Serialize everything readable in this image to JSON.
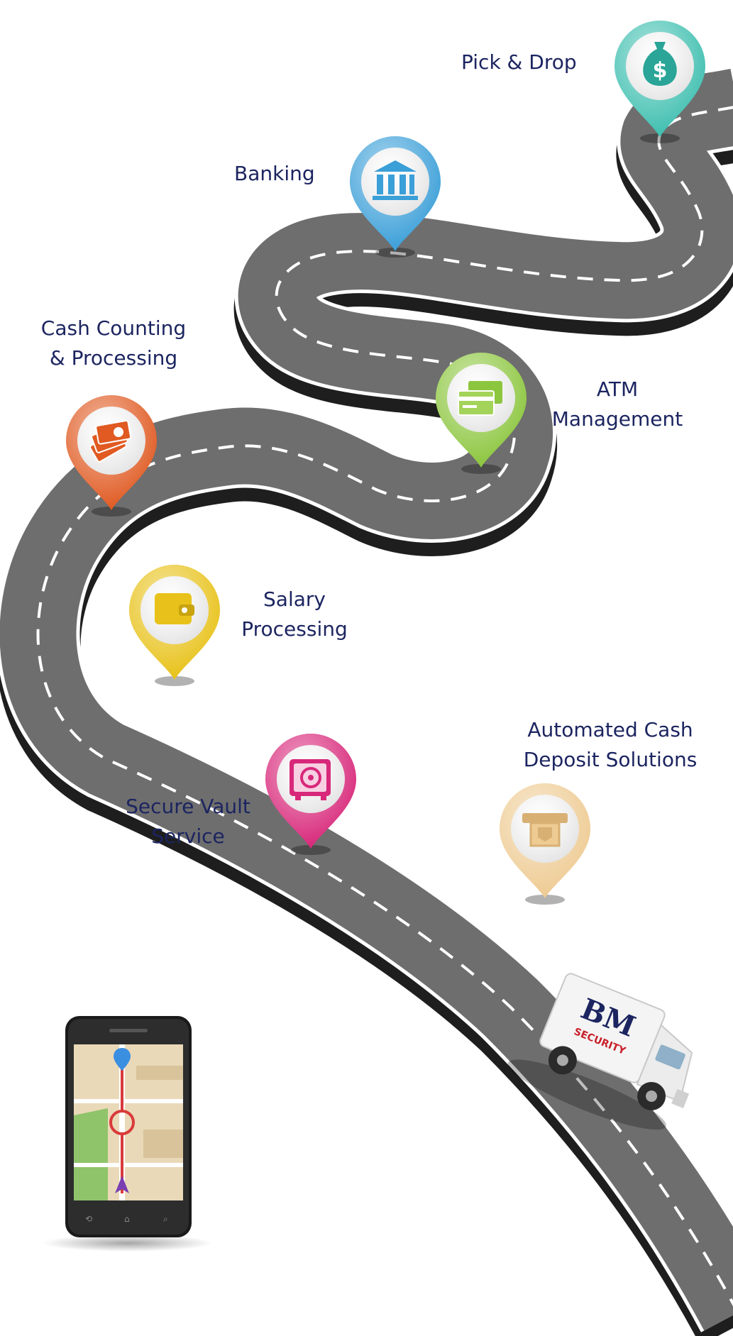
{
  "services": [
    {
      "id": "pick-drop",
      "lines": [
        "Pick & Drop"
      ],
      "color": "#3fbfb0",
      "icon": "money-bag-icon"
    },
    {
      "id": "banking",
      "lines": [
        "Banking"
      ],
      "color": "#3b9fd8",
      "icon": "bank-icon"
    },
    {
      "id": "cash-counting",
      "lines": [
        "Cash Counting",
        "& Processing"
      ],
      "color": "#e05a22",
      "icon": "cash-notes-icon"
    },
    {
      "id": "atm-management",
      "lines": [
        "ATM",
        "Management"
      ],
      "color": "#8cc63e",
      "icon": "atm-cards-icon"
    },
    {
      "id": "salary-processing",
      "lines": [
        "Salary",
        "Processing"
      ],
      "color": "#e8c21a",
      "icon": "wallet-icon"
    },
    {
      "id": "secure-vault",
      "lines": [
        "Secure Vault",
        "Service"
      ],
      "color": "#d8287a",
      "icon": "vault-icon"
    },
    {
      "id": "cash-deposit",
      "lines": [
        "Automated Cash",
        "Deposit Solutions"
      ],
      "color": "#eecb93",
      "icon": "deposit-machine-icon"
    }
  ],
  "truck": {
    "logo_text": "BM",
    "brand_text": "SECURITY"
  },
  "colors": {
    "road": "#6e6e6e",
    "road_edge": "#1e1e1e",
    "road_line": "#ffffff",
    "text": "#1c2560"
  }
}
